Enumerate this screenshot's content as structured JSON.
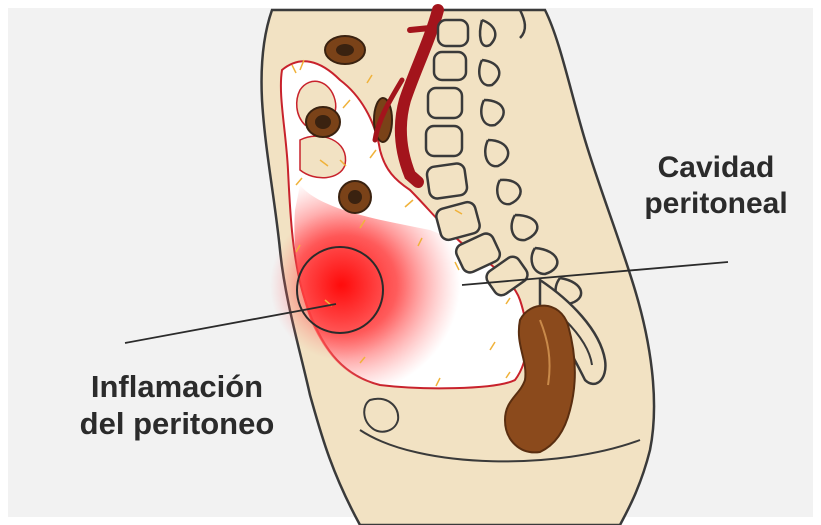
{
  "labels": {
    "cavity_line1": "Cavidad",
    "cavity_line2": "peritoneal",
    "inflammation_line1": "Inflamación",
    "inflammation_line2": "del peritoneo"
  },
  "colors": {
    "skin": "#f2e2c3",
    "outline": "#3a3a3a",
    "membrane": "#c8222c",
    "vessel": "#a3141c",
    "intestine": "#7a4218",
    "colon": "#8b4a1c",
    "inflammation": "#ff1f1f",
    "arrows": "#f0b23a"
  }
}
